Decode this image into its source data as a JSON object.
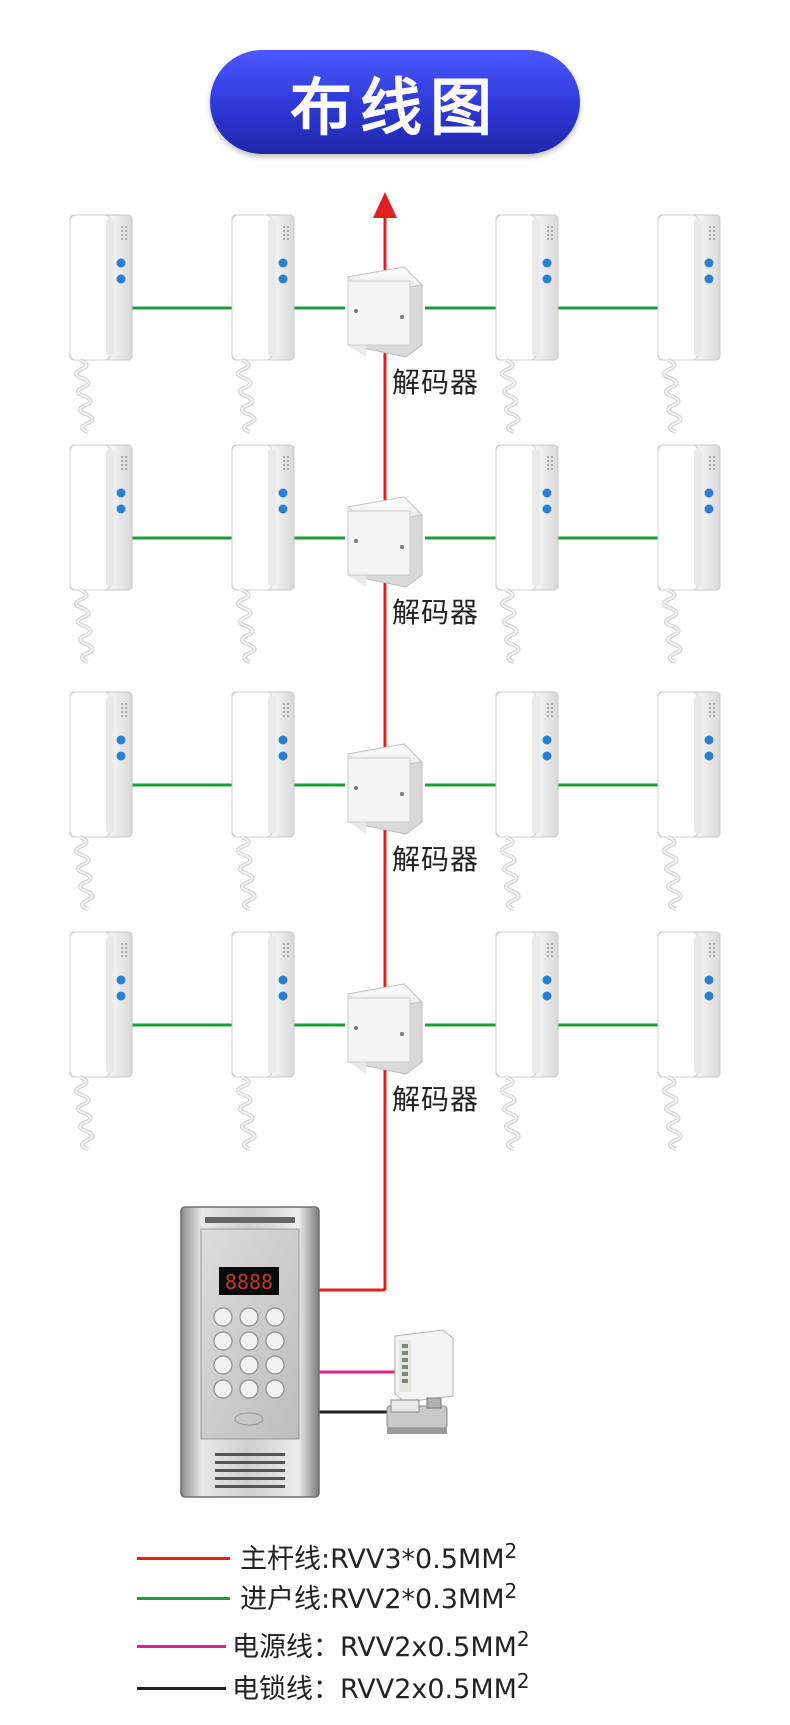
{
  "title": "布线图",
  "decoder_label": "解码器",
  "legend": [
    {
      "name": "主杆线",
      "sep": ":",
      "spec": "RVV3*0.5MM",
      "sup": "2",
      "color": "#e02020"
    },
    {
      "name": "进户线",
      "sep": ":",
      "spec": "RVV2*0.3MM",
      "sup": "2",
      "color": "#1f9a3c"
    },
    {
      "name": "电源线",
      "sep": "：",
      "spec": "RVV2x0.5MM",
      "sup": "2",
      "color": "#e0208c"
    },
    {
      "name": "电锁线",
      "sep": "：",
      "spec": "RVV2x0.5MM",
      "sup": "2",
      "color": "#222222"
    }
  ],
  "colors": {
    "main_line": "#e02020",
    "branch_line": "#1f9a3c",
    "power_line": "#e0208c",
    "lock_line": "#222222",
    "accent": "#3a45e8"
  },
  "rows": 4,
  "handsets_per_row": 4,
  "panel_display": "8888",
  "icons": [
    "intercom-handset-icon",
    "decoder-box-icon",
    "door-panel-icon",
    "power-supply-icon",
    "electric-lock-icon",
    "arrow-up-icon"
  ]
}
